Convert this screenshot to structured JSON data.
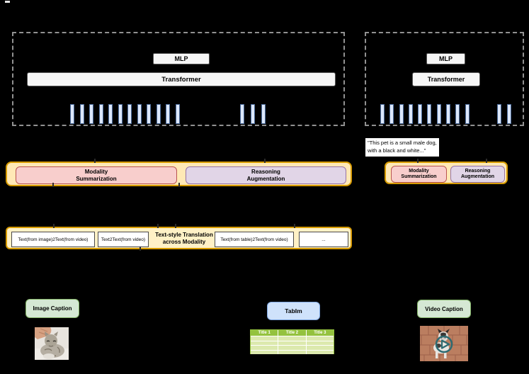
{
  "left_panel": {
    "mlp": "MLP",
    "transformer": "Transformer",
    "bars_main": 12,
    "bars_side": 3
  },
  "right_panel": {
    "mlp": "MLP",
    "transformer": "Transformer",
    "bars_main": 10,
    "bars_side": 2
  },
  "caption_example": {
    "text": "\"This pet is a small male dog,\nwith a black and white...\""
  },
  "stage2_left": {
    "modality": "Modality\nSummarization",
    "reasoning": "Reasoning\nAugmentation"
  },
  "stage2_right": {
    "modality": "Modality\nSummarization",
    "reasoning": "Reasoning\nAugmentation"
  },
  "stage1": {
    "box1": "Text(from image)2Text(from video)",
    "box2": "Text2Text(from video)",
    "label": "Text-style Translation\nacross Modality",
    "box3": "Text(from table)2Text(from video)",
    "box4": "..."
  },
  "tasks": {
    "image_caption": "Image Caption",
    "tabim": "TabIm",
    "video_caption": "Video Caption"
  },
  "table": {
    "headers": [
      "Title 1",
      "Title 2",
      "Title 3"
    ],
    "body_rows": 4
  },
  "colors": {
    "container_border": "#d79b00",
    "container_fill": "#ffe9b6",
    "pink_fill": "#f8cecc",
    "pink_border": "#b85450",
    "purple_fill": "#e1d5e7",
    "purple_border": "#9673a6",
    "green_fill": "#d5e8d4",
    "green_border": "#82b366",
    "blue_fill": "#cfe2fb",
    "blue_border": "#7ea6e0",
    "bar_fill": "#dce7fa",
    "bar_border": "#4d6d9d",
    "table_green": "#94c23e",
    "table_light": "#dce9ae"
  }
}
